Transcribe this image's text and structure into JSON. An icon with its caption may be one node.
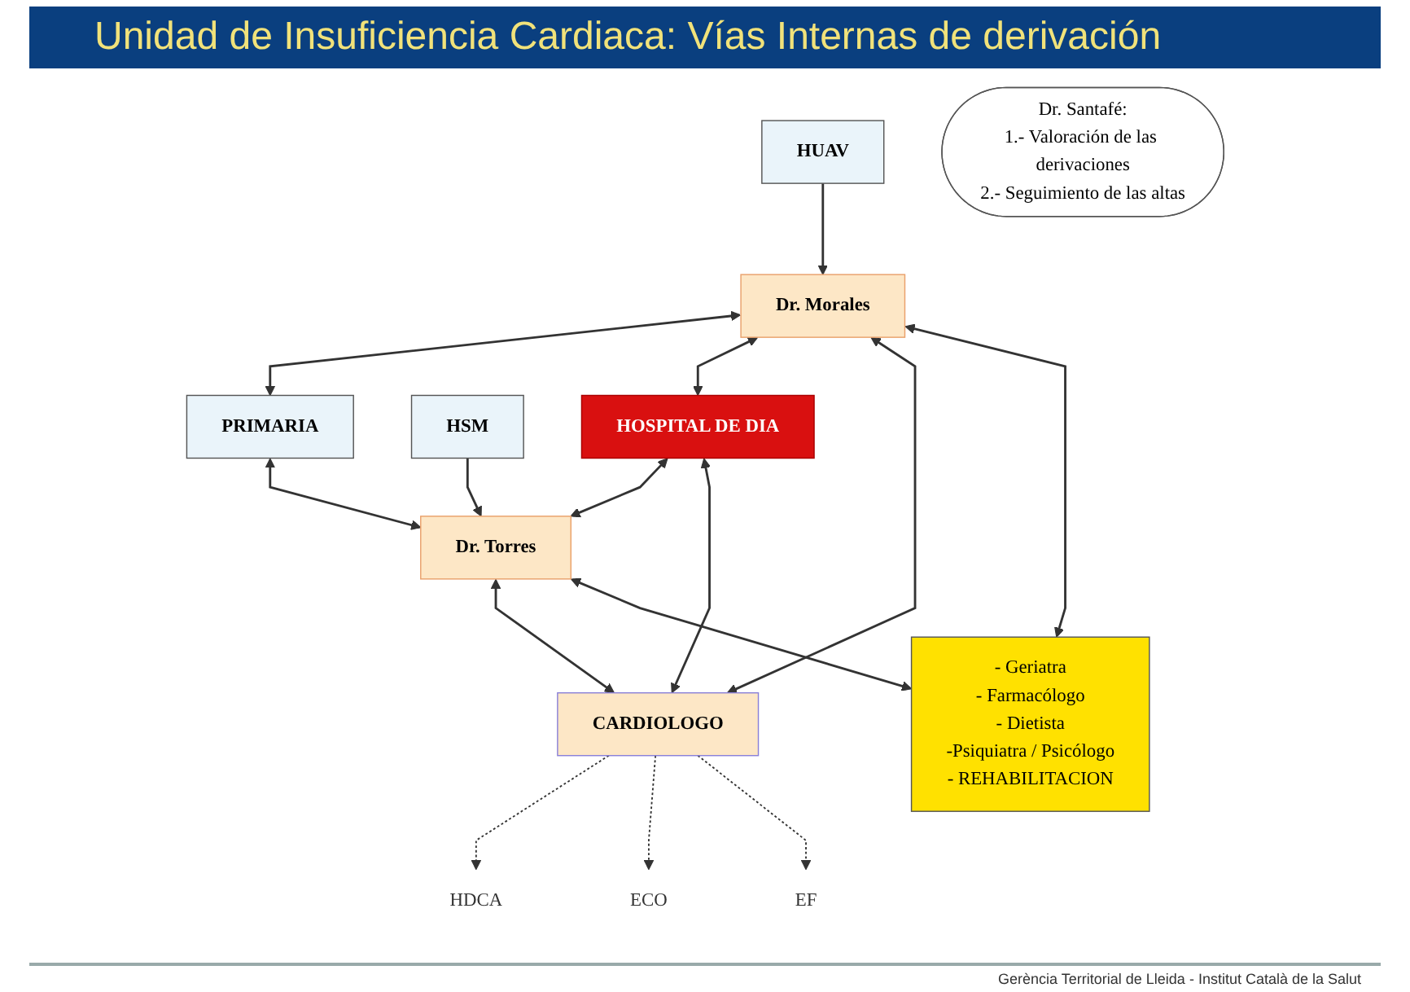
{
  "diagram": {
    "title": "Unidad de Insuficiencia Cardiaca: Vías Internas de derivación",
    "nodes": [
      {
        "text": [
          "HUAV"
        ]
      },
      {
        "text": [
          "PRIMARIA"
        ]
      },
      {
        "text": [
          "HSM"
        ]
      },
      {
        "text": [
          "Dr. Santafé:",
          "1.- Valoración de las derivaciones",
          "2.- Seguimiento de las altas"
        ]
      },
      {
        "text": [
          "Dr. Morales"
        ]
      },
      {
        "text": [
          "HOSPITAL DE DIA"
        ]
      },
      {
        "text": [
          "Dr. Torres"
        ]
      },
      {
        "text": [
          "CARDIOLOGO"
        ]
      },
      {
        "text": [
          "HDCA"
        ]
      },
      {
        "text": [
          "ECO"
        ]
      },
      {
        "text": [
          "EF"
        ]
      },
      {
        "text": [
          "- Geriatra",
          "- Farmacólogo",
          "- Dietista",
          "-Psiquiatra / Psicólogo",
          "- REHABILITACION"
        ]
      }
    ],
    "edges": [
      {
        "from": 0,
        "to": 4,
        "arrow": "to"
      },
      {
        "from": 4,
        "to": 1,
        "arrow": "both"
      },
      {
        "from": 1,
        "to": 6,
        "arrow": "both"
      },
      {
        "from": 2,
        "to": 6,
        "arrow": "to"
      },
      {
        "from": 4,
        "to": 5,
        "arrow": "both"
      },
      {
        "from": 5,
        "to": 6,
        "arrow": "both"
      },
      {
        "from": 5,
        "to": 7,
        "arrow": "both"
      },
      {
        "from": 4,
        "to": 7,
        "arrow": "both"
      },
      {
        "from": 6,
        "to": 7,
        "arrow": "both"
      },
      {
        "from": 7,
        "to": 8,
        "arrow": "to",
        "style": "dashed"
      },
      {
        "from": 7,
        "to": 9,
        "arrow": "to",
        "style": "dashed"
      },
      {
        "from": 7,
        "to": 10,
        "arrow": "to",
        "style": "dashed"
      },
      {
        "from": 4,
        "to": 11,
        "arrow": "both"
      },
      {
        "from": 6,
        "to": 11,
        "arrow": "both"
      }
    ],
    "labels": [
      "Gerència Territorial de Lleida - Institut Català de la Salut"
    ]
  }
}
